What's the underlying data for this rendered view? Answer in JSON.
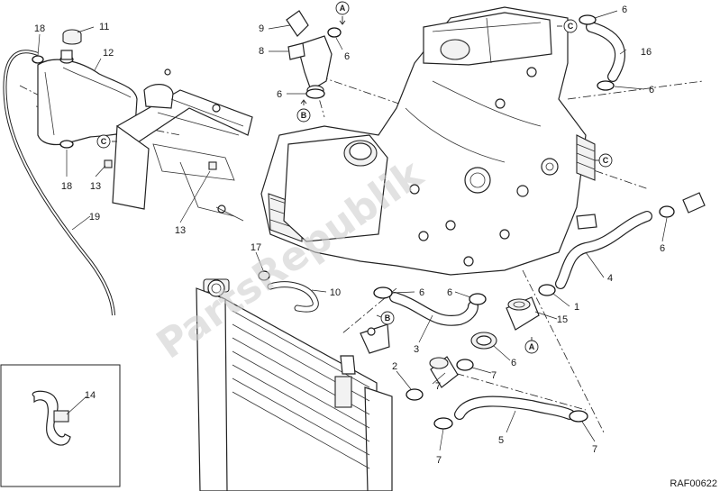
{
  "diagram": {
    "callouts": [
      {
        "id": "c18a",
        "label": "18"
      },
      {
        "id": "c11",
        "label": "11"
      },
      {
        "id": "c12",
        "label": "12"
      },
      {
        "id": "c9",
        "label": "9"
      },
      {
        "id": "c8",
        "label": "8"
      },
      {
        "id": "c6a",
        "label": "6"
      },
      {
        "id": "c6b",
        "label": "6"
      },
      {
        "id": "c6c",
        "label": "6"
      },
      {
        "id": "c16",
        "label": "16"
      },
      {
        "id": "c6d",
        "label": "6"
      },
      {
        "id": "c18b",
        "label": "18"
      },
      {
        "id": "c13a",
        "label": "13"
      },
      {
        "id": "c13b",
        "label": "13"
      },
      {
        "id": "c19",
        "label": "19"
      },
      {
        "id": "c17",
        "label": "17"
      },
      {
        "id": "c10",
        "label": "10"
      },
      {
        "id": "c6e",
        "label": "6"
      },
      {
        "id": "c6f",
        "label": "6"
      },
      {
        "id": "c4",
        "label": "4"
      },
      {
        "id": "c6g",
        "label": "6"
      },
      {
        "id": "c1",
        "label": "1"
      },
      {
        "id": "c15",
        "label": "15"
      },
      {
        "id": "c3",
        "label": "3"
      },
      {
        "id": "c6h",
        "label": "6"
      },
      {
        "id": "c7a",
        "label": "7"
      },
      {
        "id": "c2",
        "label": "2"
      },
      {
        "id": "c7b",
        "label": "7"
      },
      {
        "id": "c14",
        "label": "14"
      },
      {
        "id": "c7c",
        "label": "7"
      },
      {
        "id": "c5",
        "label": "5"
      },
      {
        "id": "c7d",
        "label": "7"
      }
    ],
    "reference_markers": [
      {
        "id": "rA1",
        "label": "A"
      },
      {
        "id": "rB1",
        "label": "B"
      },
      {
        "id": "rC1",
        "label": "C"
      },
      {
        "id": "rC2",
        "label": "C"
      },
      {
        "id": "rC3",
        "label": "C"
      },
      {
        "id": "rB2",
        "label": "B"
      },
      {
        "id": "rA2",
        "label": "A"
      }
    ],
    "drawing_code": "RAF00622",
    "watermark": "PartsRepublik"
  }
}
